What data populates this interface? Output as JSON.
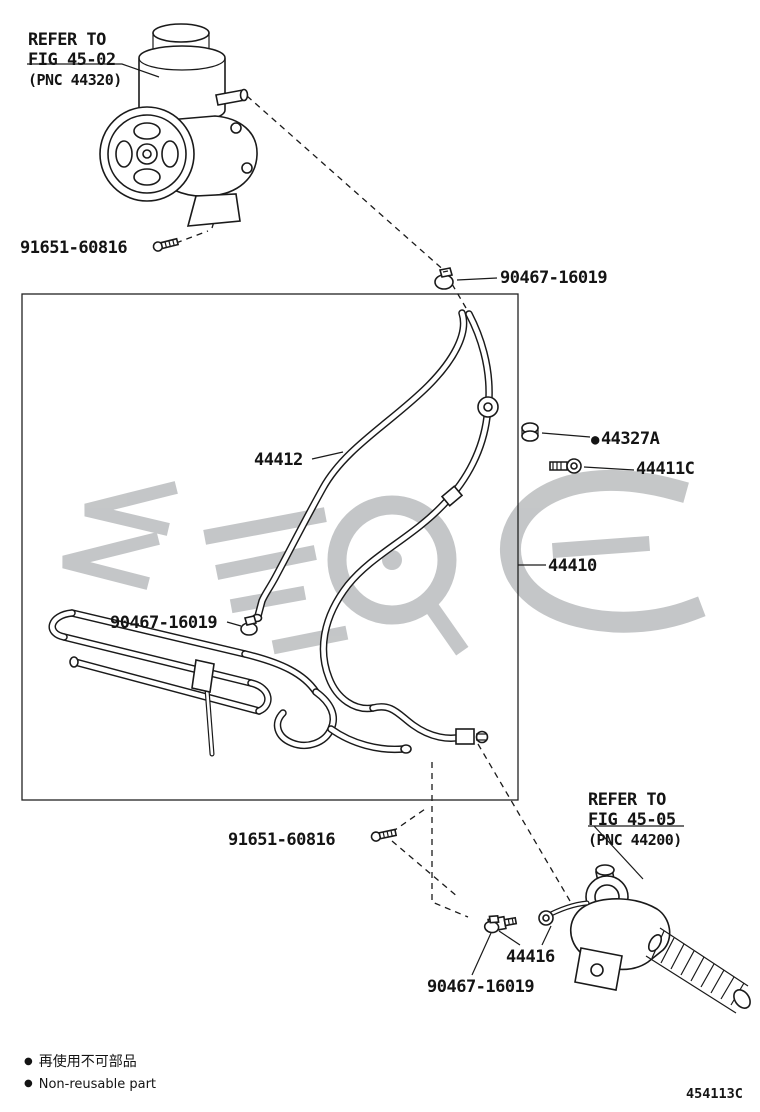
{
  "refs": {
    "top": {
      "l1": "REFER TO",
      "l2": "FIG 45-02",
      "l3": "(PNC 44320)"
    },
    "bottom": {
      "l1": "REFER TO",
      "l2": "FIG 45-05",
      "l3": "(PNC 44200)"
    }
  },
  "parts": {
    "screw_top": "91651-60816",
    "clamp_top": "90467-16019",
    "return_hose": "44412",
    "clamp_a": "44327A",
    "union_bolt": "44411C",
    "pressure_tube_assy": "44410",
    "clamp_mid": "90467-16019",
    "screw_bottom": "91651-60816",
    "tube": "44416",
    "clamp_bottom": "90467-16019"
  },
  "marks": {
    "non_reusable_bullet": "●"
  },
  "legend": {
    "bullet": "●",
    "text_jp": "再使用不可部品",
    "text_en": "Non-reusable part"
  },
  "footer": {
    "code": "454113C"
  },
  "colors": {
    "line": "#1a1a1a",
    "watermark": "#8b8f92",
    "background": "#ffffff"
  }
}
